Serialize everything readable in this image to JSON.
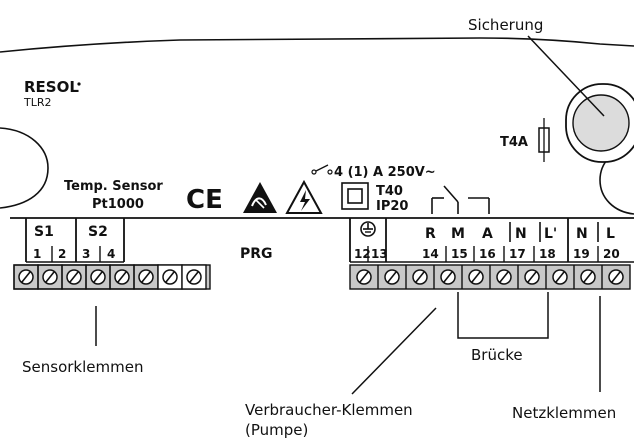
{
  "callouts": {
    "sicherung": "Sicherung",
    "sensorklemmen": "Sensorklemmen",
    "verbraucher_line1": "Verbraucher-Klemmen",
    "verbraucher_line2": "(Pumpe)",
    "bruecke": "Brücke",
    "netzklemmen": "Netzklemmen"
  },
  "device": {
    "brand": "RESOL",
    "model": "TLR2",
    "fuse_rating": "T4A",
    "sensor_label_line1": "Temp. Sensor",
    "sensor_label_line2": "Pt1000",
    "ce_mark": "CE",
    "relay_rating": "4 (1) A 250V~",
    "temp_class": "T40",
    "ip_rating": "IP20",
    "prg_label": "PRG"
  },
  "terminal_groups": [
    {
      "label": "S1",
      "terminals": [
        "1",
        "2"
      ]
    },
    {
      "label": "S2",
      "terminals": [
        "3",
        "4"
      ]
    }
  ],
  "ground_terminals": [
    "12",
    "13"
  ],
  "relay_terminals": [
    {
      "label": "R",
      "number": "14"
    },
    {
      "label": "M",
      "number": "15"
    },
    {
      "label": "A",
      "number": "16"
    },
    {
      "label": "N",
      "number": "17"
    },
    {
      "label": "L'",
      "number": "18"
    }
  ],
  "mains_terminals": [
    {
      "label": "N",
      "number": "19"
    },
    {
      "label": "L",
      "number": "20"
    }
  ]
}
